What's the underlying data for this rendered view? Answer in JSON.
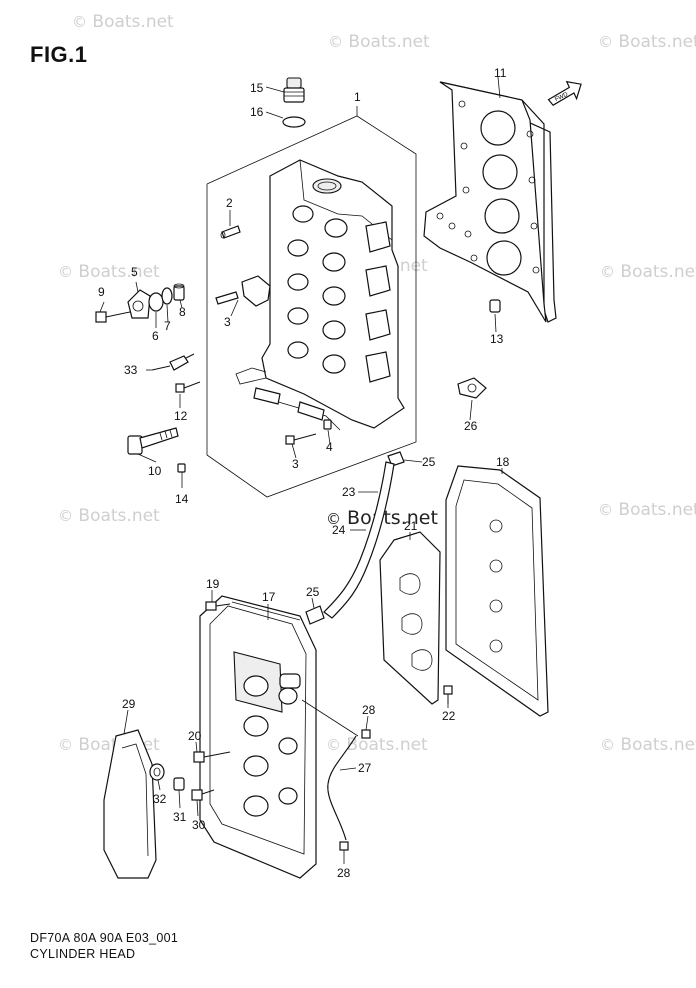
{
  "figure_label": "FIG.1",
  "caption": {
    "model_code": "DF70A 80A 90A E03_001",
    "title": "CYLINDER HEAD"
  },
  "watermark": "Boats.net",
  "fwd_label": "FWD",
  "callouts": {
    "c1": "1",
    "c2": "2",
    "c3a": "3",
    "c3b": "3",
    "c4": "4",
    "c5": "5",
    "c6": "6",
    "c7": "7",
    "c8": "8",
    "c9": "9",
    "c10": "10",
    "c11": "11",
    "c12": "12",
    "c13": "13",
    "c14": "14",
    "c15": "15",
    "c16": "16",
    "c17": "17",
    "c18": "18",
    "c19": "19",
    "c20": "20",
    "c21": "21",
    "c22": "22",
    "c23": "23",
    "c24": "24",
    "c25a": "25",
    "c25b": "25",
    "c26": "26",
    "c27": "27",
    "c28a": "28",
    "c28b": "28",
    "c29": "29",
    "c30": "30",
    "c31": "31",
    "c32": "32",
    "c33": "33"
  }
}
